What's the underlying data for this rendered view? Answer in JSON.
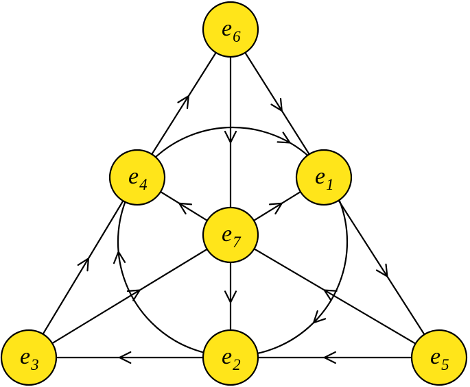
{
  "diagram": {
    "colors": {
      "node_fill": "#FFE51A",
      "stroke": "#000000",
      "background": "#FFFFFF"
    },
    "nodes": [
      {
        "id": "e6",
        "base": "e",
        "sub": "6"
      },
      {
        "id": "e4",
        "base": "e",
        "sub": "4"
      },
      {
        "id": "e1",
        "base": "e",
        "sub": "1"
      },
      {
        "id": "e7",
        "base": "e",
        "sub": "7"
      },
      {
        "id": "e3",
        "base": "e",
        "sub": "3"
      },
      {
        "id": "e2",
        "base": "e",
        "sub": "2"
      },
      {
        "id": "e5",
        "base": "e",
        "sub": "5"
      }
    ],
    "edges": [
      {
        "from": "e3",
        "to": "e4"
      },
      {
        "from": "e4",
        "to": "e6"
      },
      {
        "from": "e6",
        "to": "e1"
      },
      {
        "from": "e1",
        "to": "e5"
      },
      {
        "from": "e5",
        "to": "e2"
      },
      {
        "from": "e2",
        "to": "e3"
      },
      {
        "from": "e6",
        "to": "e7"
      },
      {
        "from": "e7",
        "to": "e2"
      },
      {
        "from": "e7",
        "to": "e4"
      },
      {
        "from": "e7",
        "to": "e1"
      },
      {
        "from": "e3",
        "to": "e7"
      },
      {
        "from": "e5",
        "to": "e7"
      }
    ],
    "inscribed_circle": {
      "passes_through": [
        "e4",
        "e1",
        "e2"
      ],
      "direction": "e4 → e1 → e2 → e4"
    }
  }
}
